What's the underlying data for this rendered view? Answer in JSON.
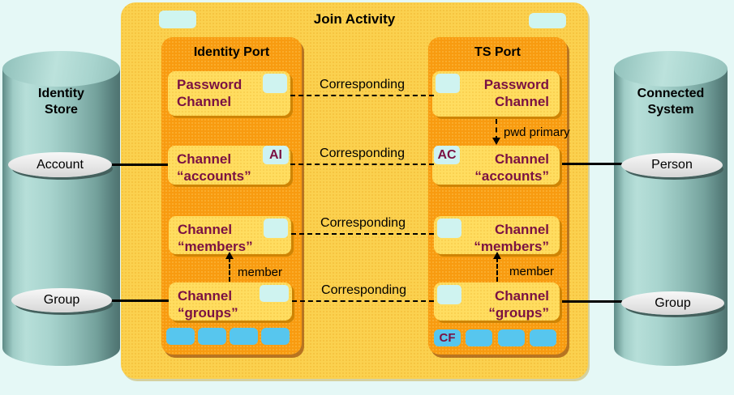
{
  "title": "Join Activity",
  "left_store": {
    "line1": "Identity",
    "line2": "Store",
    "account": "Account",
    "group": "Group"
  },
  "right_store": {
    "line1": "Connected",
    "line2": "System",
    "person": "Person",
    "group": "Group"
  },
  "identity_port": {
    "title": "Identity Port",
    "password": {
      "line1": "Password",
      "line2": "Channel"
    },
    "accounts": {
      "line1": "Channel",
      "line2": "“accounts”",
      "badge": "AI"
    },
    "members": {
      "line1": "Channel",
      "line2": "“members”"
    },
    "groups": {
      "line1": "Channel",
      "line2": "“groups”"
    }
  },
  "ts_port": {
    "title": "TS Port",
    "password": {
      "line1": "Password",
      "line2": "Channel"
    },
    "accounts": {
      "line1": "Channel",
      "line2": "“accounts”",
      "badge": "AC"
    },
    "members": {
      "line1": "Channel",
      "line2": "“members”"
    },
    "groups": {
      "line1": "Channel",
      "line2": "“groups”"
    },
    "cf_badge": "CF"
  },
  "connectors": {
    "corresponding": [
      "Corresponding",
      "Corresponding",
      "Corresponding",
      "Corresponding"
    ],
    "pwd_primary": "pwd primary",
    "member_left": "member",
    "member_right": "member"
  },
  "colors": {
    "background": "#E5F8F6",
    "container_yellow": "#FBD14F",
    "port_orange": "#F89B10",
    "channel_yellow": "#FFDD60",
    "tab_cyan": "#CFF3F0",
    "square_blue": "#57C6EE",
    "channel_text_maroon": "#7A1143",
    "cylinder_teal": "#9CCAC4",
    "entity_ellipse_gray": "#E9E9E9"
  }
}
